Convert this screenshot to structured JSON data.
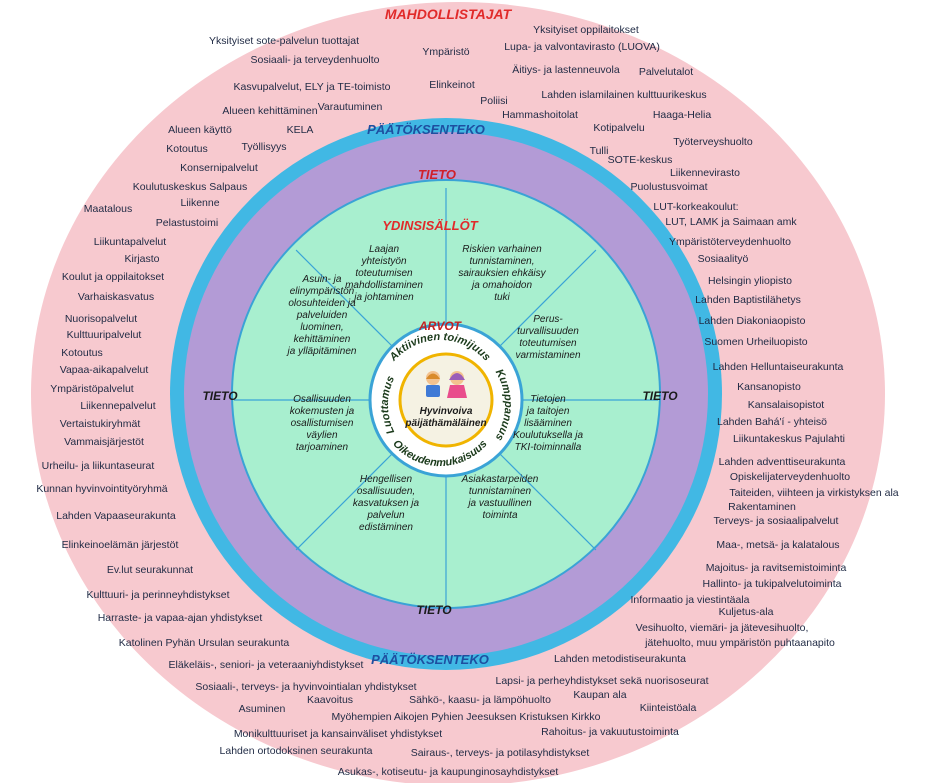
{
  "rings": {
    "outer_title": "MAHDOLLISTAJAT",
    "decision_top": "PÄÄTÖKSENTEKO",
    "decision_bottom": "PÄÄTÖKSENTEKO",
    "info_top": "TIETO",
    "info_left": "TIETO",
    "info_right": "TIETO",
    "info_bottom": "TIETO",
    "core_title": "YDINSISÄLLÖT",
    "values_title": "ARVOT",
    "center_line1": "Hyvinvoiva",
    "center_line2": "päijäthämäläinen"
  },
  "values": [
    "Aktiivinen toimijuus",
    "Kumppanuus",
    "Oikeudenmukaisuus",
    "Luottamus"
  ],
  "sectors": [
    [
      "Laajan",
      "yhteistyön",
      "toteutumisen",
      "mahdollistaminen",
      "ja johtaminen"
    ],
    [
      "Riskien varhainen",
      "tunnistaminen,",
      "sairauksien ehkäisy",
      "ja omahoidon",
      "tuki"
    ],
    [
      "Perus-",
      "turvallisuuden",
      "toteutumisen",
      "varmistaminen"
    ],
    [
      "Tietojen",
      "ja taitojen",
      "lisääminen",
      "Koulutuksella ja",
      "TKI-toiminnalla"
    ],
    [
      "Asiakastarpeiden",
      "tunnistaminen",
      "ja vastuullinen",
      "toiminta"
    ],
    [
      "Hengellisen",
      "osallisuuden,",
      "kasvatuksen ja",
      "palvelun",
      "edistäminen"
    ],
    [
      "Osallisuuden",
      "kokemusten ja",
      "osallistumisen",
      "väylien",
      "tarjoaminen"
    ],
    [
      "Asuin- ja",
      "elinympäristön",
      "olosuhteiden ja",
      "palveluiden",
      "luominen,",
      "kehittäminen",
      "ja ylläpitäminen"
    ]
  ],
  "outer_labels": [
    "Yksityiset oppilaitokset",
    "Yksityiset sote-palvelun tuottajat",
    "Ympäristö",
    "Lupa- ja valvontavirasto (LUOVA)",
    "Sosiaali- ja terveydenhuolto",
    "Äitiys- ja lastenneuvola",
    "Palvelutalot",
    "Kasvupalvelut, ELY ja TE-toimisto",
    "Elinkeinot",
    "Poliisi",
    "Lahden islamilainen kulttuurikeskus",
    "Alueen kehittäminen",
    "Varautuminen",
    "Hammashoitolat",
    "Haaga-Helia",
    "Alueen käyttö",
    "KELA",
    "Kotipalvelu",
    "Kotoutus",
    "Työllisyys",
    "Työterveyshuolto",
    "Tulli",
    "SOTE-keskus",
    "Konsernipalvelut",
    "Liikennevirasto",
    "Koulutuskeskus Salpaus",
    "Puolustusvoimat",
    "Liikenne",
    "Maatalous",
    "LUT-korkeakoulut:",
    "LUT, LAMK ja Saimaan amk",
    "Pelastustoimi",
    "Liikuntapalvelut",
    "Ympäristöterveydenhuolto",
    "Kirjasto",
    "Sosiaalityö",
    "Koulut ja oppilaitokset",
    "Helsingin yliopisto",
    "Varhaiskasvatus",
    "Lahden Baptistilähetys",
    "Nuorisopalvelut",
    "Lahden Diakoniaopisto",
    "Kulttuuripalvelut",
    "Suomen Urheiluopisto",
    "Kotoutus",
    "Vapaa-aikapalvelut",
    "Lahden Helluntaiseurakunta",
    "Ympäristöpalvelut",
    "Kansanopisto",
    "Liikennepalvelut",
    "Kansalaisopistot",
    "Vertaistukiryhmät",
    "Lahden Bahá'í - yhteisö",
    "Vammaisjärjestöt",
    "Liikuntakeskus Pajulahti",
    "Lahden adventtiseurakunta",
    "Urheilu- ja liikuntaseurat",
    "Opiskelijaterveydenhuolto",
    "Kunnan hyvinvointityöryhmä",
    "Taiteiden, viihteen ja virkistyksen ala",
    "Rakentaminen",
    "Lahden Vapaaseurakunta",
    "Terveys- ja sosiaalipalvelut",
    "Elinkeinoelämän järjestöt",
    "Maa-, metsä- ja kalatalous",
    "Ev.lut seurakunnat",
    "Majoitus- ja ravitsemistoiminta",
    "Kulttuuri- ja perinneyhdistykset",
    "Hallinto- ja tukipalvelutoiminta",
    "Informaatio ja viestintäala",
    "Harraste- ja vapaa-ajan yhdistykset",
    "Kuljetus-ala",
    "Vesihuolto, viemäri- ja jätevesihuolto,",
    "jätehuolto, muu ympäristön puhtaanapito",
    "Katolinen Pyhän Ursulan seurakunta",
    "Lahden metodistiseurakunta",
    "Eläkeläis-, seniori- ja veteraaniyhdistykset",
    "Lapsi- ja perheyhdistykset sekä nuorisoseurat",
    "Sosiaali-, terveys- ja hyvinvointialan yhdistykset",
    "Kaavoitus",
    "Sähkö-, kaasu- ja lämpöhuolto",
    "Kaupan ala",
    "Asuminen",
    "Kiinteistöala",
    "Myöhempien Aikojen Pyhien Jeesuksen Kristuksen Kirkko",
    "Monikulttuuriset ja kansainväliset yhdistykset",
    "Rahoitus- ja vakuutustoiminta",
    "Lahden ortodoksinen seurakunta",
    "Sairaus-, terveys- ja potilasyhdistykset",
    "Asukas-, kotiseutu- ja kaupunginosayhdistykset"
  ],
  "colors": {
    "outer_ring": "#f7c9cf",
    "blue_ring": "#41b8e4",
    "purple_ring": "#b39bd6",
    "green_ring": "#a8efcf",
    "center": "#f5f2e3",
    "red_title": "#e12a2a",
    "blue_title": "#1e4fa0",
    "values_title": "#c42020"
  }
}
